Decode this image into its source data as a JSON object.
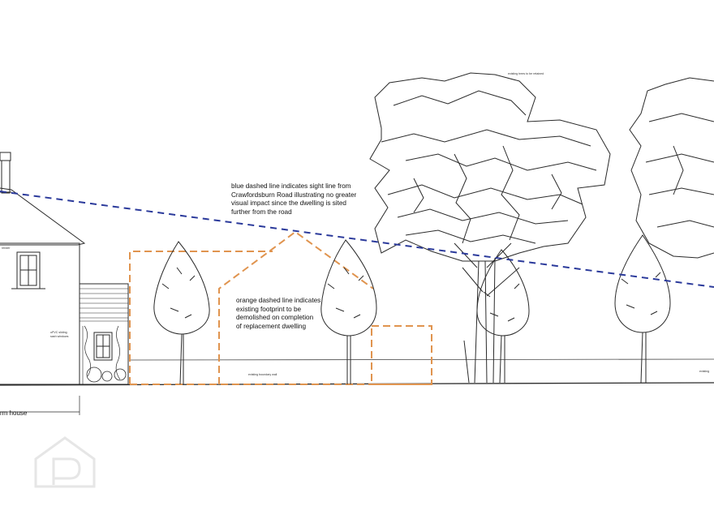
{
  "annotations": {
    "sight_line_note": [
      "blue dashed line indicates sight line from",
      "Crawfordsburn Road illustrating no greater",
      "visual impact since the dwelling is sited",
      "further from the road"
    ],
    "footprint_note": [
      "orange dashed line indicates",
      "existing footprint to be",
      "demolished on completion",
      "of replacement dwelling"
    ],
    "farmhouse_label": "rm house",
    "tree_callout": "existing trees to be retained",
    "hedge_callout": "existing boundary wall",
    "window_callout": [
      "uPVC sliding",
      "sash windows"
    ],
    "wall_callout": [
      "render"
    ],
    "right_edge_callout": "existing"
  },
  "colors": {
    "sight_line": "#2b3a9b",
    "footprint": "#e0944f",
    "ink": "#2a2a2a",
    "watermark": "#e6e6e6"
  },
  "watermark": {
    "icon": "property-pal-logo-icon"
  }
}
